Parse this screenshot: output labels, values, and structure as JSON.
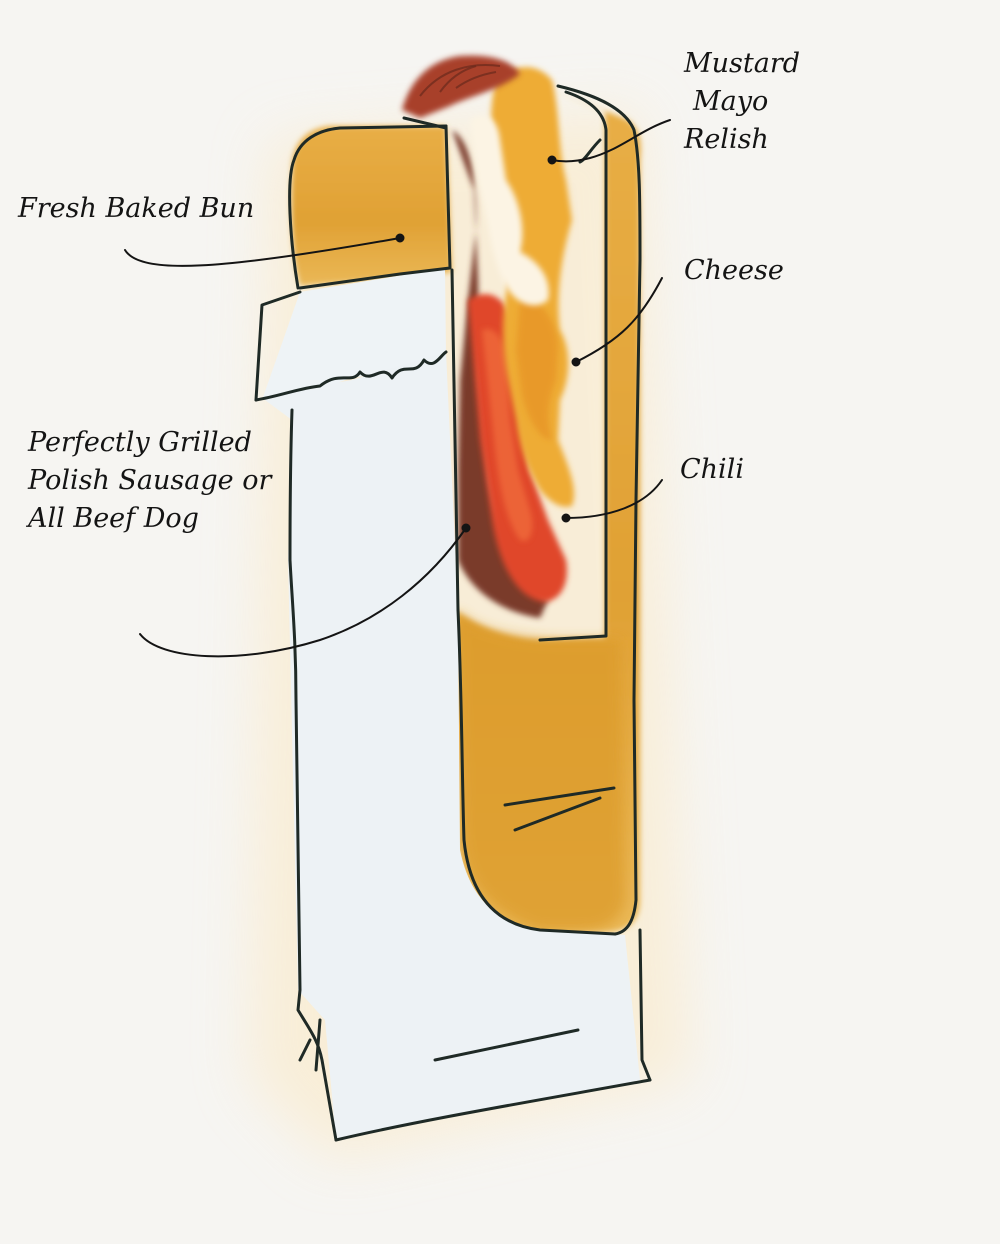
{
  "labels": {
    "bun": "Fresh Baked Bun",
    "condiments": [
      "Mustard",
      "Mayo",
      "Relish"
    ],
    "cheese": "Cheese",
    "chili": "Chili",
    "sausage": [
      "Perfectly Grilled",
      "Polish Sausage or",
      "All Beef Dog"
    ]
  },
  "colors": {
    "background": "#f6f5f2",
    "bun": "#e3a83a",
    "wrapper": "#eef3f6",
    "chili": "#e0472a",
    "sausage": "#7a3a2c",
    "mustard": "#eeb23a",
    "cheese": "#f0a83c",
    "mayo": "#fbf3e2",
    "ink": "#1f2a26"
  }
}
